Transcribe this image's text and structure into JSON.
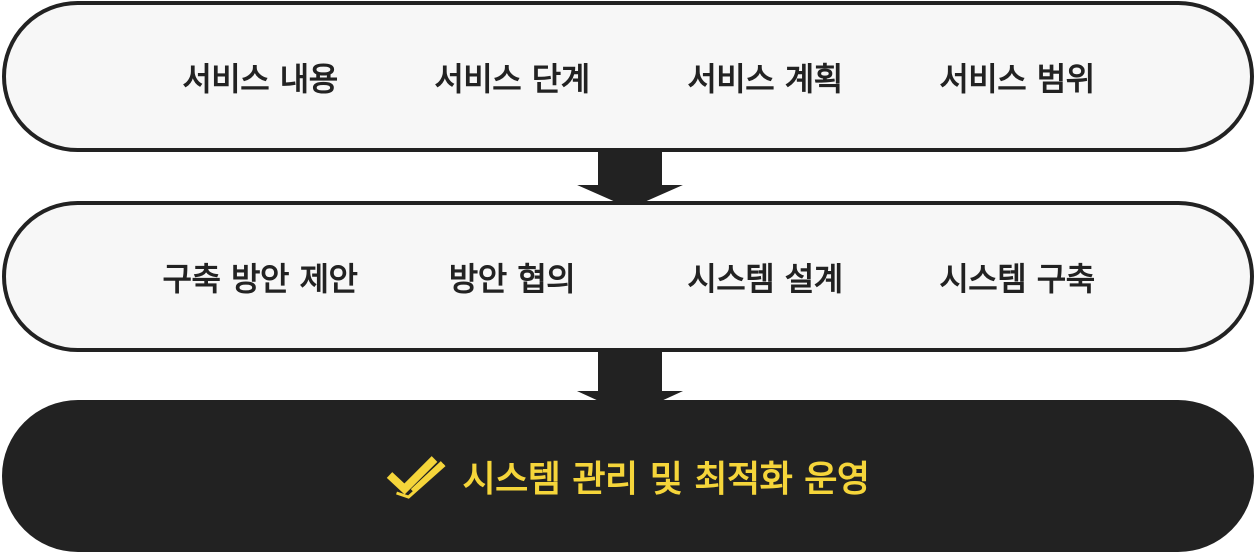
{
  "stages": [
    {
      "items": [
        "서비스 내용",
        "서비스 단계",
        "서비스 계획",
        "서비스 범위"
      ]
    },
    {
      "items": [
        "구축 방안 제안",
        "방안 협의",
        "시스템 설계",
        "시스템 구축"
      ]
    }
  ],
  "final": {
    "label": "시스템 관리 및 최적화 운영",
    "icon": "double-check-icon"
  },
  "colors": {
    "dark": "#222222",
    "light": "#f7f7f7",
    "accent": "#f5d53a"
  }
}
